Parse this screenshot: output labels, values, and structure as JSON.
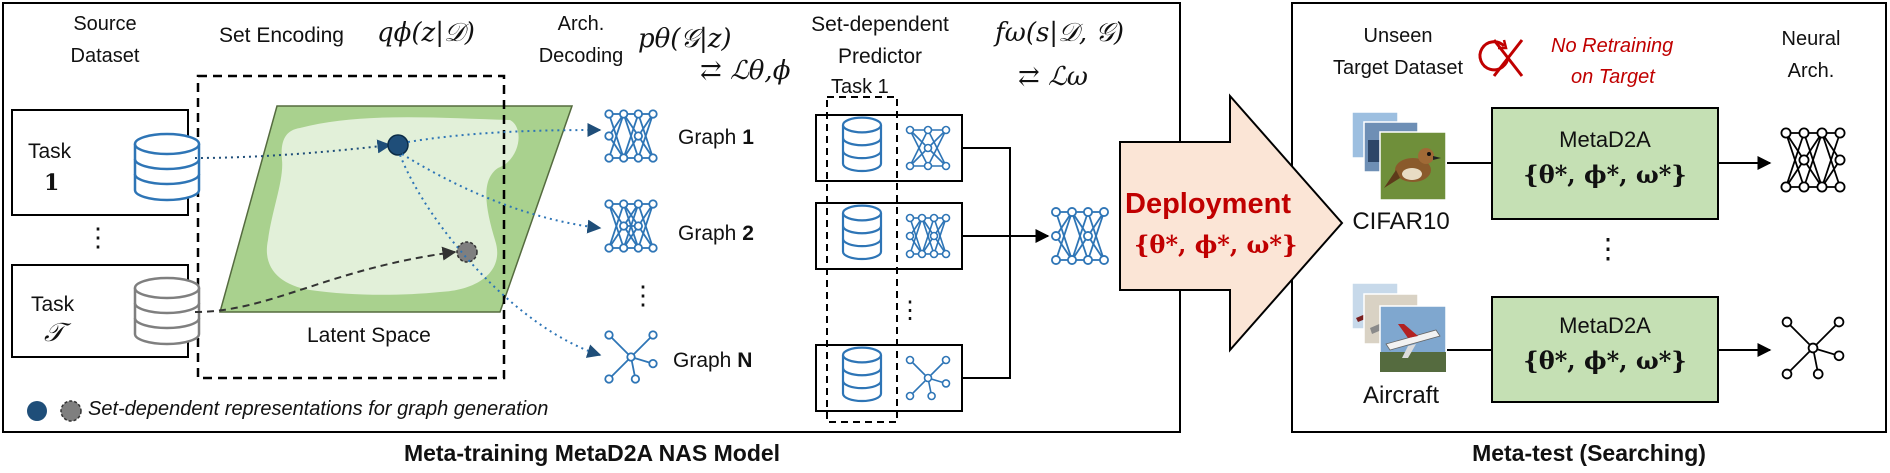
{
  "panels": {
    "left_caption": "Meta-training MetaD2A NAS Model",
    "right_caption": "Meta-test (Searching)"
  },
  "meta_training": {
    "source_dataset": [
      "Source",
      "Dataset"
    ],
    "set_encoding": "Set Encoding",
    "set_encoding_formula": "qϕ(z|𝒟)",
    "arch_decoding": [
      "Arch.",
      "Decoding"
    ],
    "arch_decoding_formula": "pθ(𝒢|z)",
    "loss_theta_phi": "⇄ ℒθ,ϕ",
    "predictor_title": [
      "Set-dependent",
      "Predictor"
    ],
    "predictor_formula": "fω(s|𝒟, 𝒢)",
    "loss_omega": "⇄ ℒω",
    "task_1": [
      "Task",
      "1"
    ],
    "task_T": [
      "Task",
      "𝒯"
    ],
    "vertical_dots": "⋮",
    "latent_space": "Latent Space",
    "predictor_task_label": "Task 1",
    "graphs": [
      {
        "name": "Graph",
        "id": "1"
      },
      {
        "name": "Graph",
        "id": "2"
      },
      {
        "name": "Graph",
        "id": "N"
      }
    ],
    "legend": "Set-dependent representations for graph generation"
  },
  "deployment": {
    "title": "Deployment",
    "params": "{θ*, ϕ*, ω*}"
  },
  "meta_test": {
    "unseen_target": [
      "Unseen",
      "Target Dataset"
    ],
    "no_retraining": [
      "No Retraining",
      "on Target"
    ],
    "neural_arch": [
      "Neural",
      "Arch."
    ],
    "model_name": "MetaD2A",
    "model_params": "{θ*, ϕ*, ω*}",
    "datasets": [
      "CIFAR10",
      "Aircraft"
    ],
    "vertical_dots": "⋮"
  },
  "colors": {
    "blue": "#2e75b6",
    "dark_blue": "#1f4e79",
    "latent_green": "#a9d18e",
    "latent_light": "#e2f0d9",
    "model_fill": "#c5e0b4",
    "deploy_fill": "#fbe5d6",
    "red": "#c00000",
    "gray": "#7f7f7f"
  }
}
